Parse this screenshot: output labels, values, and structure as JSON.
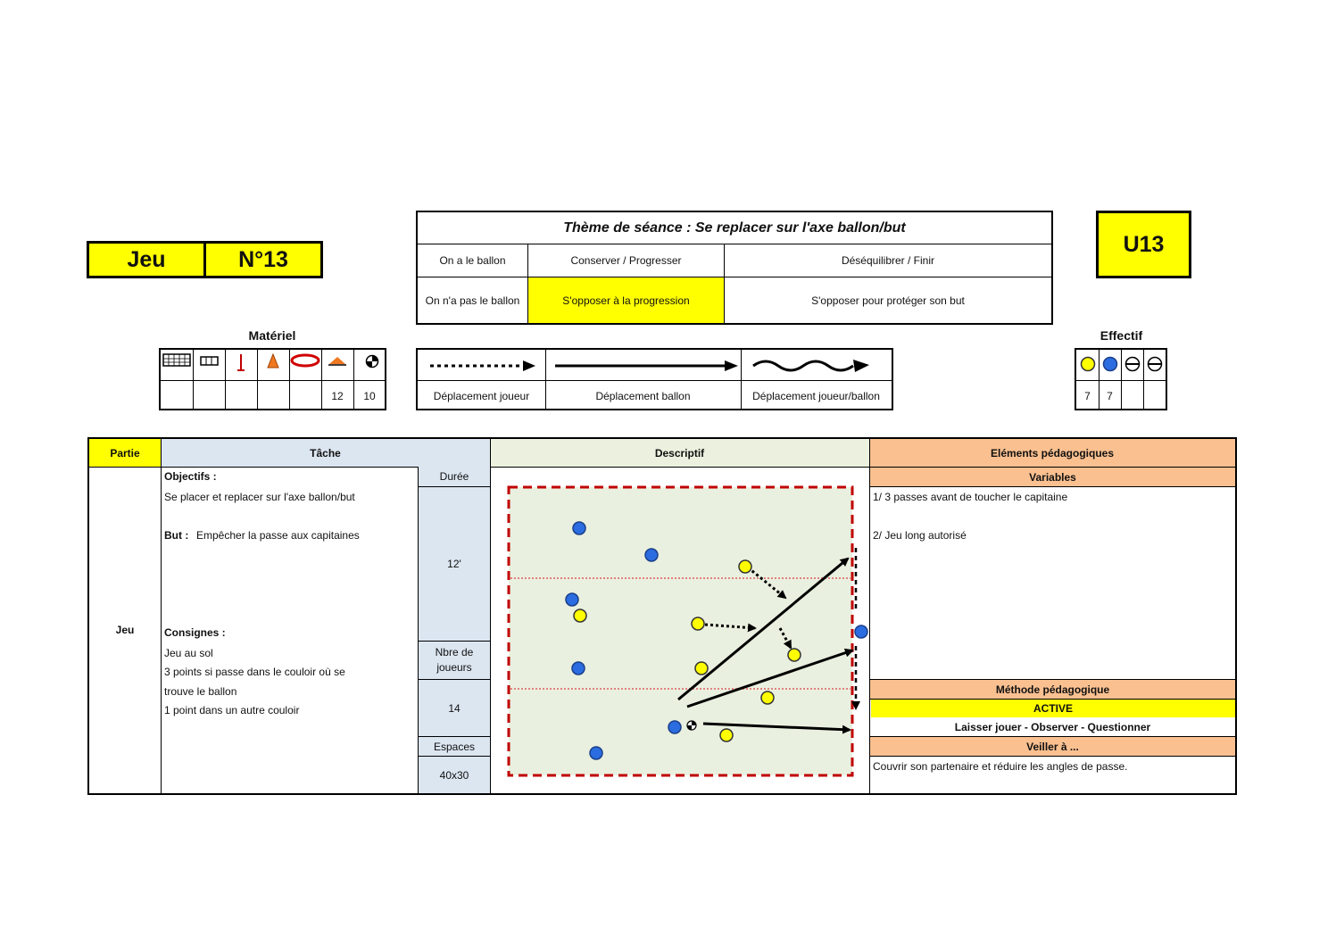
{
  "header": {
    "game_label": "Jeu",
    "number": "N°13",
    "category": "U13"
  },
  "theme": {
    "title": "Thème de séance : Se replacer sur l'axe ballon/but",
    "rows": [
      {
        "label": "On a le ballon",
        "col1": "Conserver / Progresser",
        "col2": "Déséquilibrer / Finir"
      },
      {
        "label": "On n'a pas le ballon",
        "col1": "S'opposer à la progression",
        "col2": "S'opposer pour protéger son but"
      }
    ]
  },
  "materiel": {
    "title": "Matériel",
    "icons": [
      "goal-net-icon",
      "mini-goal-icon",
      "pole-icon",
      "cone-icon",
      "hoop-icon",
      "flat-cone-icon",
      "ball-icon"
    ],
    "counts": [
      "",
      "",
      "",
      "",
      "",
      "12",
      "10"
    ]
  },
  "legend": {
    "items": [
      "Déplacement joueur",
      "Déplacement ballon",
      "Déplacement joueur/ballon"
    ]
  },
  "effectif": {
    "title": "Effectif",
    "icons": [
      "yellow-player-icon",
      "blue-player-icon",
      "neutral-player-icon",
      "neutral-player-icon"
    ],
    "counts": [
      "7",
      "7",
      "",
      ""
    ]
  },
  "table": {
    "headers": {
      "partie": "Partie",
      "tache": "Tâche",
      "descriptif": "Descriptif",
      "elements": "Eléments pédagogiques"
    },
    "partie_value": "Jeu",
    "objectifs_label": "Objectifs :",
    "objectifs_text": "Se placer et replacer sur l'axe ballon/but",
    "but_label": "But :",
    "but_text": "Empêcher la passe aux capitaines",
    "consignes_label": "Consignes :",
    "consignes": [
      "Jeu au sol",
      "3 points si passe dans le couloir où se",
      "trouve le ballon",
      "1 point dans un autre couloir"
    ],
    "duree_label": "Durée",
    "duree_value": "12'",
    "nb_joueurs_label_1": "Nbre de",
    "nb_joueurs_label_2": "joueurs",
    "nb_joueurs_value": "14",
    "espaces_label": "Espaces",
    "espaces_value": "40x30",
    "variables_label": "Variables",
    "variables": [
      "1/ 3 passes avant de toucher le capitaine",
      "2/ Jeu long autorisé"
    ],
    "methode_label": "Méthode pédagogique",
    "methode_value": "ACTIVE",
    "methode_desc": "Laisser jouer - Observer - Questionner",
    "veiller_label": "Veiller à ...",
    "veiller_text": "Couvrir son partenaire et réduire les angles de passe."
  },
  "colors": {
    "yellow": "#ffff00",
    "blue_header": "#dce6f1",
    "green_header": "#ebf1de",
    "orange_header": "#fac090",
    "field_bg": "#eaf0df",
    "field_border": "#c00000",
    "player_blue": "#2b6de0",
    "player_yellow": "#ffff00"
  }
}
